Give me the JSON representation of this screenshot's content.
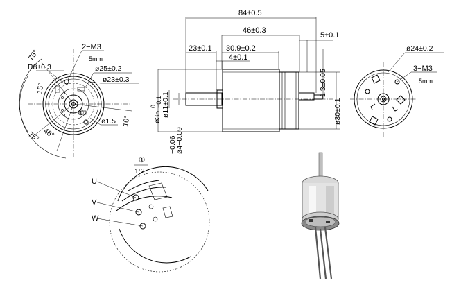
{
  "front_view": {
    "thread_label": "2−M3",
    "thread_depth": "5mm",
    "radius_label": "R8±0.3",
    "dia_outer": "ø25±0.2",
    "dia_inner": "ø23±0.3",
    "dia_small": "ø1.5",
    "angle_top": "75°",
    "angle_bottom": "75°",
    "angle_15": "15°",
    "angle_46": "46°",
    "angle_10": "10°",
    "detail_ref": "①"
  },
  "side_view": {
    "length_total": "84±0.5",
    "length_body": "46±0.3",
    "length_right": "5±0.1",
    "length_shaft": "23±0.1",
    "length_mid": "30.9±0.2",
    "length_boss": "4±0.1",
    "dia_body": "ø35",
    "dia_body_tol_upper": "0",
    "dia_body_tol_lower": "−0.1",
    "dia_boss": "ø11±0.1",
    "shaft_tol_upper": "−0.06",
    "shaft_tol_lower": "ø4−0.09",
    "offset_right": "1.3±0.05",
    "dia_rear": "ø30±0.1"
  },
  "rear_view": {
    "dia_label": "ø24±0.2",
    "thread_label": "3−M3",
    "thread_depth": "5mm"
  },
  "detail_view": {
    "ref": "①",
    "scale": "1:2",
    "wires": [
      "U",
      "V",
      "W"
    ]
  }
}
